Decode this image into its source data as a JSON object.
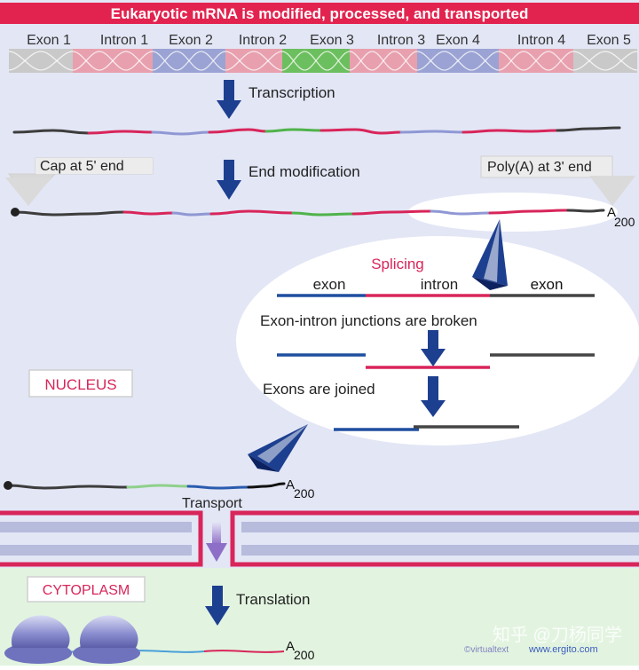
{
  "title": "Eukaryotic mRNA is modified, processed, and transported",
  "gene_segments": [
    {
      "label": "Exon 1",
      "kind": "exon",
      "color": "#c9c9c9"
    },
    {
      "label": "Intron 1",
      "kind": "intron",
      "color": "#e8a0ae"
    },
    {
      "label": "Exon 2",
      "kind": "exon",
      "color": "#9aa3d3"
    },
    {
      "label": "Intron 2",
      "kind": "intron",
      "color": "#e8a0ae"
    },
    {
      "label": "Exon 3",
      "kind": "exon",
      "color": "#6cbf5e"
    },
    {
      "label": "Intron 3",
      "kind": "intron",
      "color": "#e8a0ae"
    },
    {
      "label": "Exon 4",
      "kind": "exon",
      "color": "#9aa3d3"
    },
    {
      "label": "Intron 4",
      "kind": "intron",
      "color": "#e8a0ae"
    },
    {
      "label": "Exon 5",
      "kind": "exon",
      "color": "#c9c9c9"
    }
  ],
  "steps": {
    "transcription": "Transcription",
    "end_modification": "End modification",
    "cap": "Cap at 5' end",
    "polya": "Poly(A) at 3' end",
    "poly_a_letter": "A",
    "poly_a_count": "200",
    "splicing": "Splicing",
    "exon_left": "exon",
    "intron": "intron",
    "exon_right": "exon",
    "junctions_broken": "Exon-intron junctions are broken",
    "exons_joined": "Exons are joined",
    "transport": "Transport",
    "translation": "Translation"
  },
  "compartments": {
    "nucleus": "NUCLEUS",
    "cytoplasm": "CYTOPLASM"
  },
  "credits": {
    "virtualtext": "©virtualtext",
    "ergito": "www.ergito.com",
    "watermark": "知乎 @刀杨同学"
  },
  "colors": {
    "title_bg": "#e3234f",
    "nucleus_bg": "#e3e6f5",
    "cytoplasm_bg": "#e2f4e0",
    "membrane_red": "#d8255a",
    "membrane_gray": "#b7bbdc",
    "arrow_blue": "#1d3f8f",
    "mrna_exon_dark": "#3d3d3d",
    "mrna_intron": "#d8255a",
    "mrna_exon_blue": "#8f98d4",
    "mrna_exon_green": "#4fb34a"
  }
}
